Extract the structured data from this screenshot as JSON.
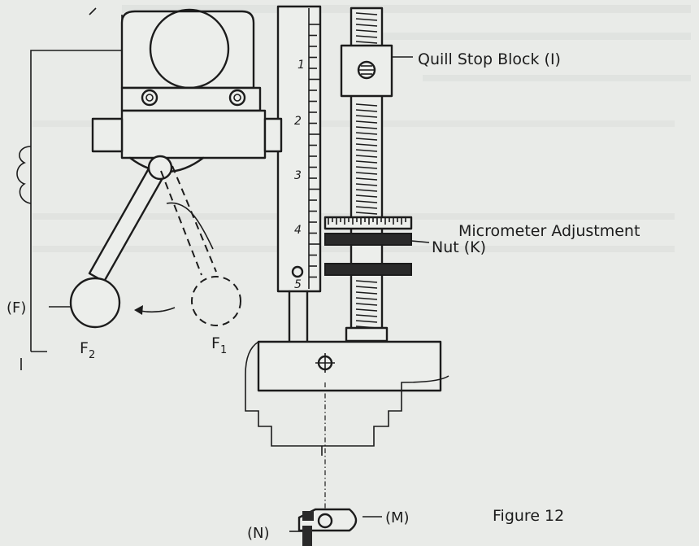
{
  "labels": {
    "quill_stop_block": "Quill Stop Block (I)",
    "micrometer_line1": "Micrometer Adjustment",
    "micrometer_line2": "Nut (K)",
    "f_label": "(F)",
    "f2": "F",
    "f2_sub": "2",
    "f1": "F",
    "f1_sub": "1",
    "m_label": "(M)",
    "n_label": "(N)",
    "figure_caption": "Figure 12"
  },
  "scale": {
    "ticks": [
      "1",
      "2",
      "3",
      "4",
      "5"
    ]
  }
}
